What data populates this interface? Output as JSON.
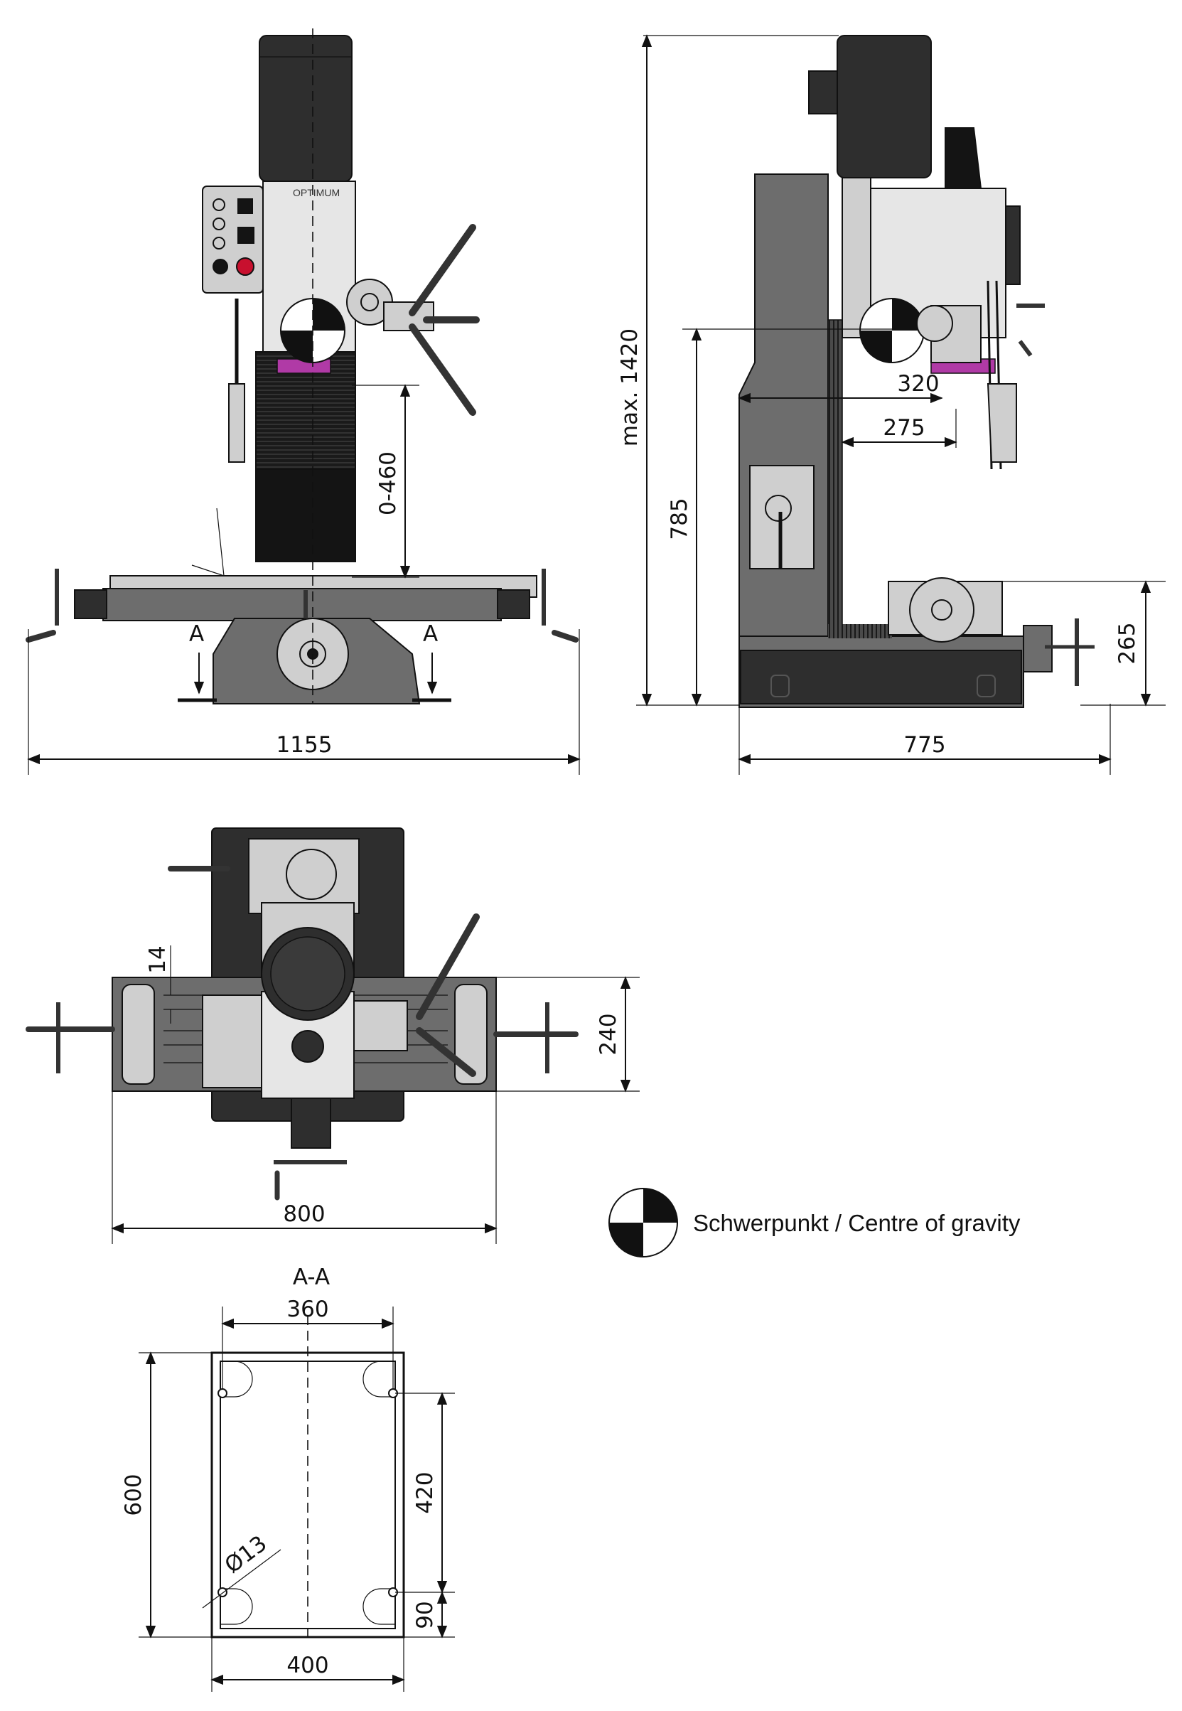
{
  "front_view": {
    "dim_width": "1155",
    "dim_quill": "0-460",
    "section_mark_left": "A",
    "section_mark_right": "A",
    "brand_label": "OPTIMUM"
  },
  "side_view": {
    "dim_max_height": "max. 1420",
    "dim_table_height": "785",
    "dim_base_height": "265",
    "dim_depth": "775",
    "dim_spindle_offset": "320",
    "dim_column_offset": "275"
  },
  "top_view": {
    "dim_width": "800",
    "dim_table_depth": "240",
    "dim_slot": "14"
  },
  "section_view": {
    "title": "A-A",
    "dim_top_width": "360",
    "dim_bottom_width": "400",
    "dim_height": "600",
    "dim_hole_spacing": "420",
    "dim_hole_offset": "90",
    "dim_hole_diameter": "Ø13"
  },
  "legend": {
    "label": "Schwerpunkt / Centre of gravity"
  },
  "colors": {
    "line": "#111111",
    "dark_metal": "#2e2e2e",
    "mid_metal": "#6d6d6d",
    "light_metal": "#cfcfcf",
    "accent": "#b03aa6",
    "stop_button": "#c8102e"
  }
}
